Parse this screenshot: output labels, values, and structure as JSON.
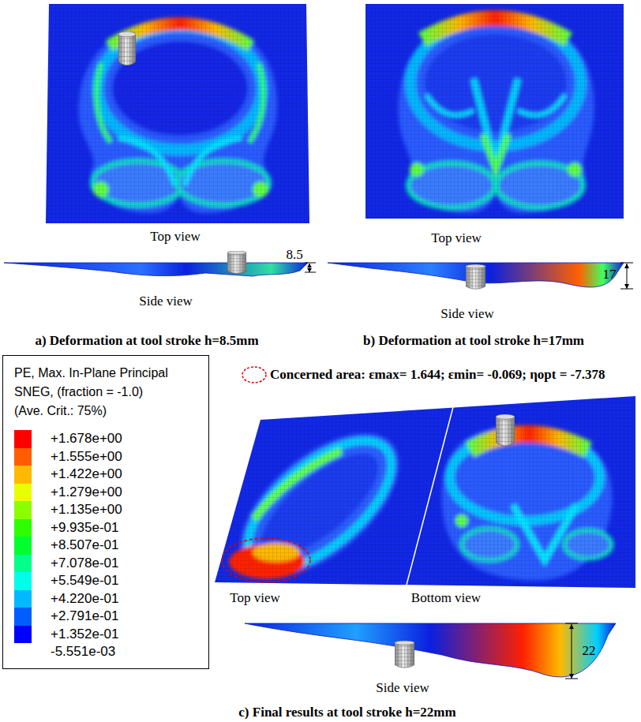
{
  "diagram": {
    "nodes": [
      {
        "text": [
          "PE, Max. In-Plane Principal",
          "SNEG, (fraction = -1.0)",
          "(Ave. Crit.: 75%)"
        ]
      }
    ],
    "labels": [
      "Top view",
      "Side view",
      "8.5",
      "a) Deformation at tool stroke h=8.5mm",
      "Top view",
      "Side view",
      "17",
      "b) Deformation at tool stroke h=17mm",
      "Concerned area: εmax= 1.644; εmin= -0.069; ηopt = -7.378",
      "Top view",
      "Bottom view",
      "Side view",
      "22",
      "c) Final results at tool stroke h=22mm",
      "-5.551e-03"
    ],
    "legend": [
      {
        "text": "+1.678e+00",
        "color": "#ff0000"
      },
      {
        "text": "+1.555e+00",
        "color": "#ff5d00"
      },
      {
        "text": "+1.422e+00",
        "color": "#ffb900"
      },
      {
        "text": "+1.279e+00",
        "color": "#e8ff00"
      },
      {
        "text": "+1.135e+00",
        "color": "#8bff00"
      },
      {
        "text": "+9.935e-01",
        "color": "#2eff00"
      },
      {
        "text": "+8.507e-01",
        "color": "#00ff2e"
      },
      {
        "text": "+7.078e-01",
        "color": "#00ff8b"
      },
      {
        "text": "+5.549e-01",
        "color": "#00ffe8"
      },
      {
        "text": "+4.220e-01",
        "color": "#00b9ff"
      },
      {
        "text": "+2.791e-01",
        "color": "#005dff"
      },
      {
        "text": "+1.352e-01",
        "color": "#0000ff"
      }
    ]
  }
}
